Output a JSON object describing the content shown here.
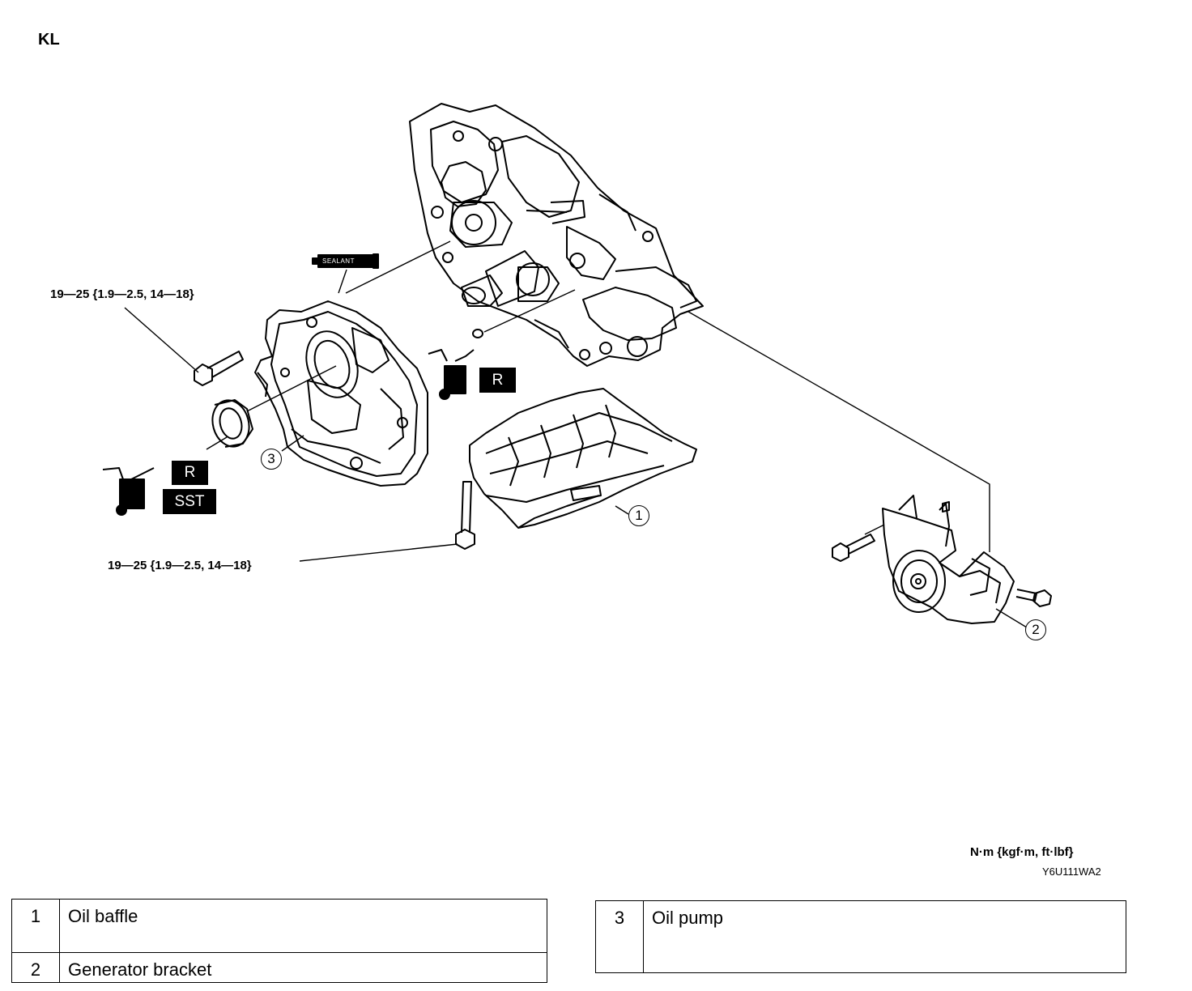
{
  "model_code": "KL",
  "torque_specs": [
    {
      "value": "19—25 {1.9—2.5, 14—18}"
    },
    {
      "value": "19—25 {1.9—2.5, 14—18}"
    }
  ],
  "units_note": "N·m {kgf·m, ft·lbf}",
  "figure_code": "Y6U111WA2",
  "sealant_label": "SEALANT",
  "callouts": [
    "1",
    "2",
    "3"
  ],
  "badges": {
    "replace": "R",
    "special_tool": "SST"
  },
  "legend": {
    "left": [
      {
        "num": "1",
        "name": "Oil baffle"
      },
      {
        "num": "2",
        "name": "Generator bracket"
      }
    ],
    "right": [
      {
        "num": "3",
        "name": "Oil pump"
      }
    ]
  }
}
